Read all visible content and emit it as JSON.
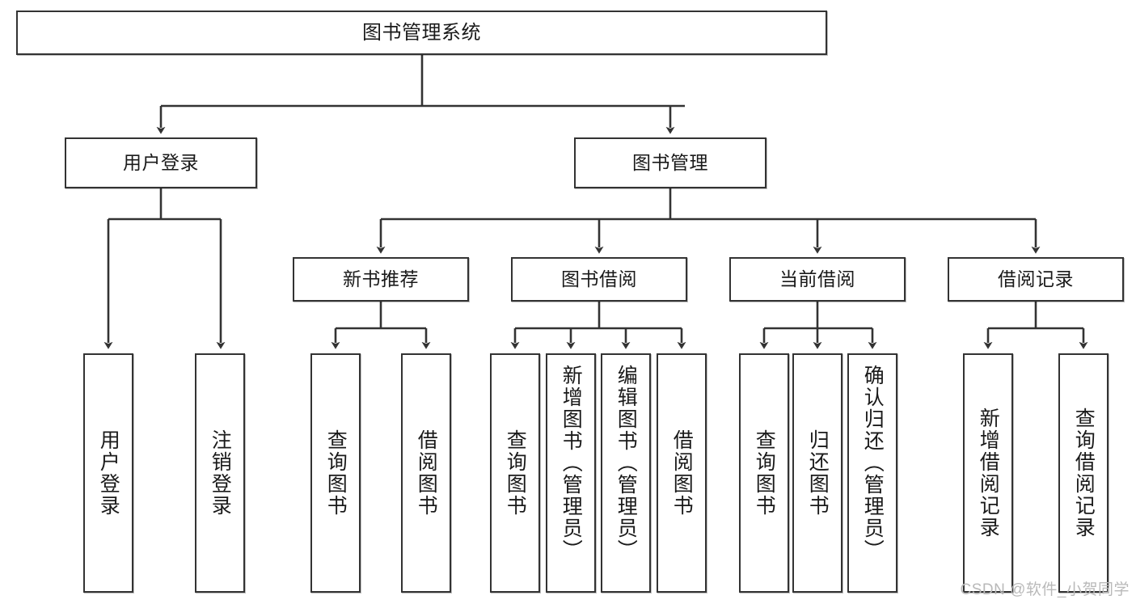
{
  "diagram": {
    "title": "图书管理系统",
    "watermark": "CSDN @软件_小贺同学",
    "root": {
      "id": "root",
      "label": "图书管理系统"
    },
    "level2": [
      {
        "id": "user-login",
        "label": "用户登录"
      },
      {
        "id": "book-management",
        "label": "图书管理"
      }
    ],
    "level3": [
      {
        "id": "new-book-recommend",
        "label": "新书推荐",
        "parent": "book-management"
      },
      {
        "id": "book-borrow",
        "label": "图书借阅",
        "parent": "book-management"
      },
      {
        "id": "current-borrow",
        "label": "当前借阅",
        "parent": "book-management"
      },
      {
        "id": "borrow-record",
        "label": "借阅记录",
        "parent": "book-management"
      }
    ],
    "leaves": [
      {
        "id": "leaf-user-login",
        "label": "用户登录",
        "parent": "user-login"
      },
      {
        "id": "leaf-user-logout",
        "label": "注销登录",
        "parent": "user-login"
      },
      {
        "id": "leaf-query-book-1",
        "label": "查询图书",
        "parent": "new-book-recommend"
      },
      {
        "id": "leaf-borrow-book-1",
        "label": "借阅图书",
        "parent": "new-book-recommend"
      },
      {
        "id": "leaf-query-book-2",
        "label": "查询图书",
        "parent": "book-borrow"
      },
      {
        "id": "leaf-add-book",
        "label": "新增图书（管理员）",
        "parent": "book-borrow"
      },
      {
        "id": "leaf-edit-book",
        "label": "编辑图书（管理员）",
        "parent": "book-borrow"
      },
      {
        "id": "leaf-borrow-book-2",
        "label": "借阅图书",
        "parent": "book-borrow"
      },
      {
        "id": "leaf-query-book-3",
        "label": "查询图书",
        "parent": "current-borrow"
      },
      {
        "id": "leaf-return-book",
        "label": "归还图书",
        "parent": "current-borrow"
      },
      {
        "id": "leaf-confirm-return",
        "label": "确认归还（管理员）",
        "parent": "current-borrow"
      },
      {
        "id": "leaf-add-record",
        "label": "新增借阅记录",
        "parent": "borrow-record"
      },
      {
        "id": "leaf-query-record",
        "label": "查询借阅记录",
        "parent": "borrow-record"
      }
    ],
    "colors": {
      "stroke": "#333333",
      "background": "#ffffff",
      "text": "#1a1a1a",
      "watermark": "#b9b9b9"
    }
  }
}
